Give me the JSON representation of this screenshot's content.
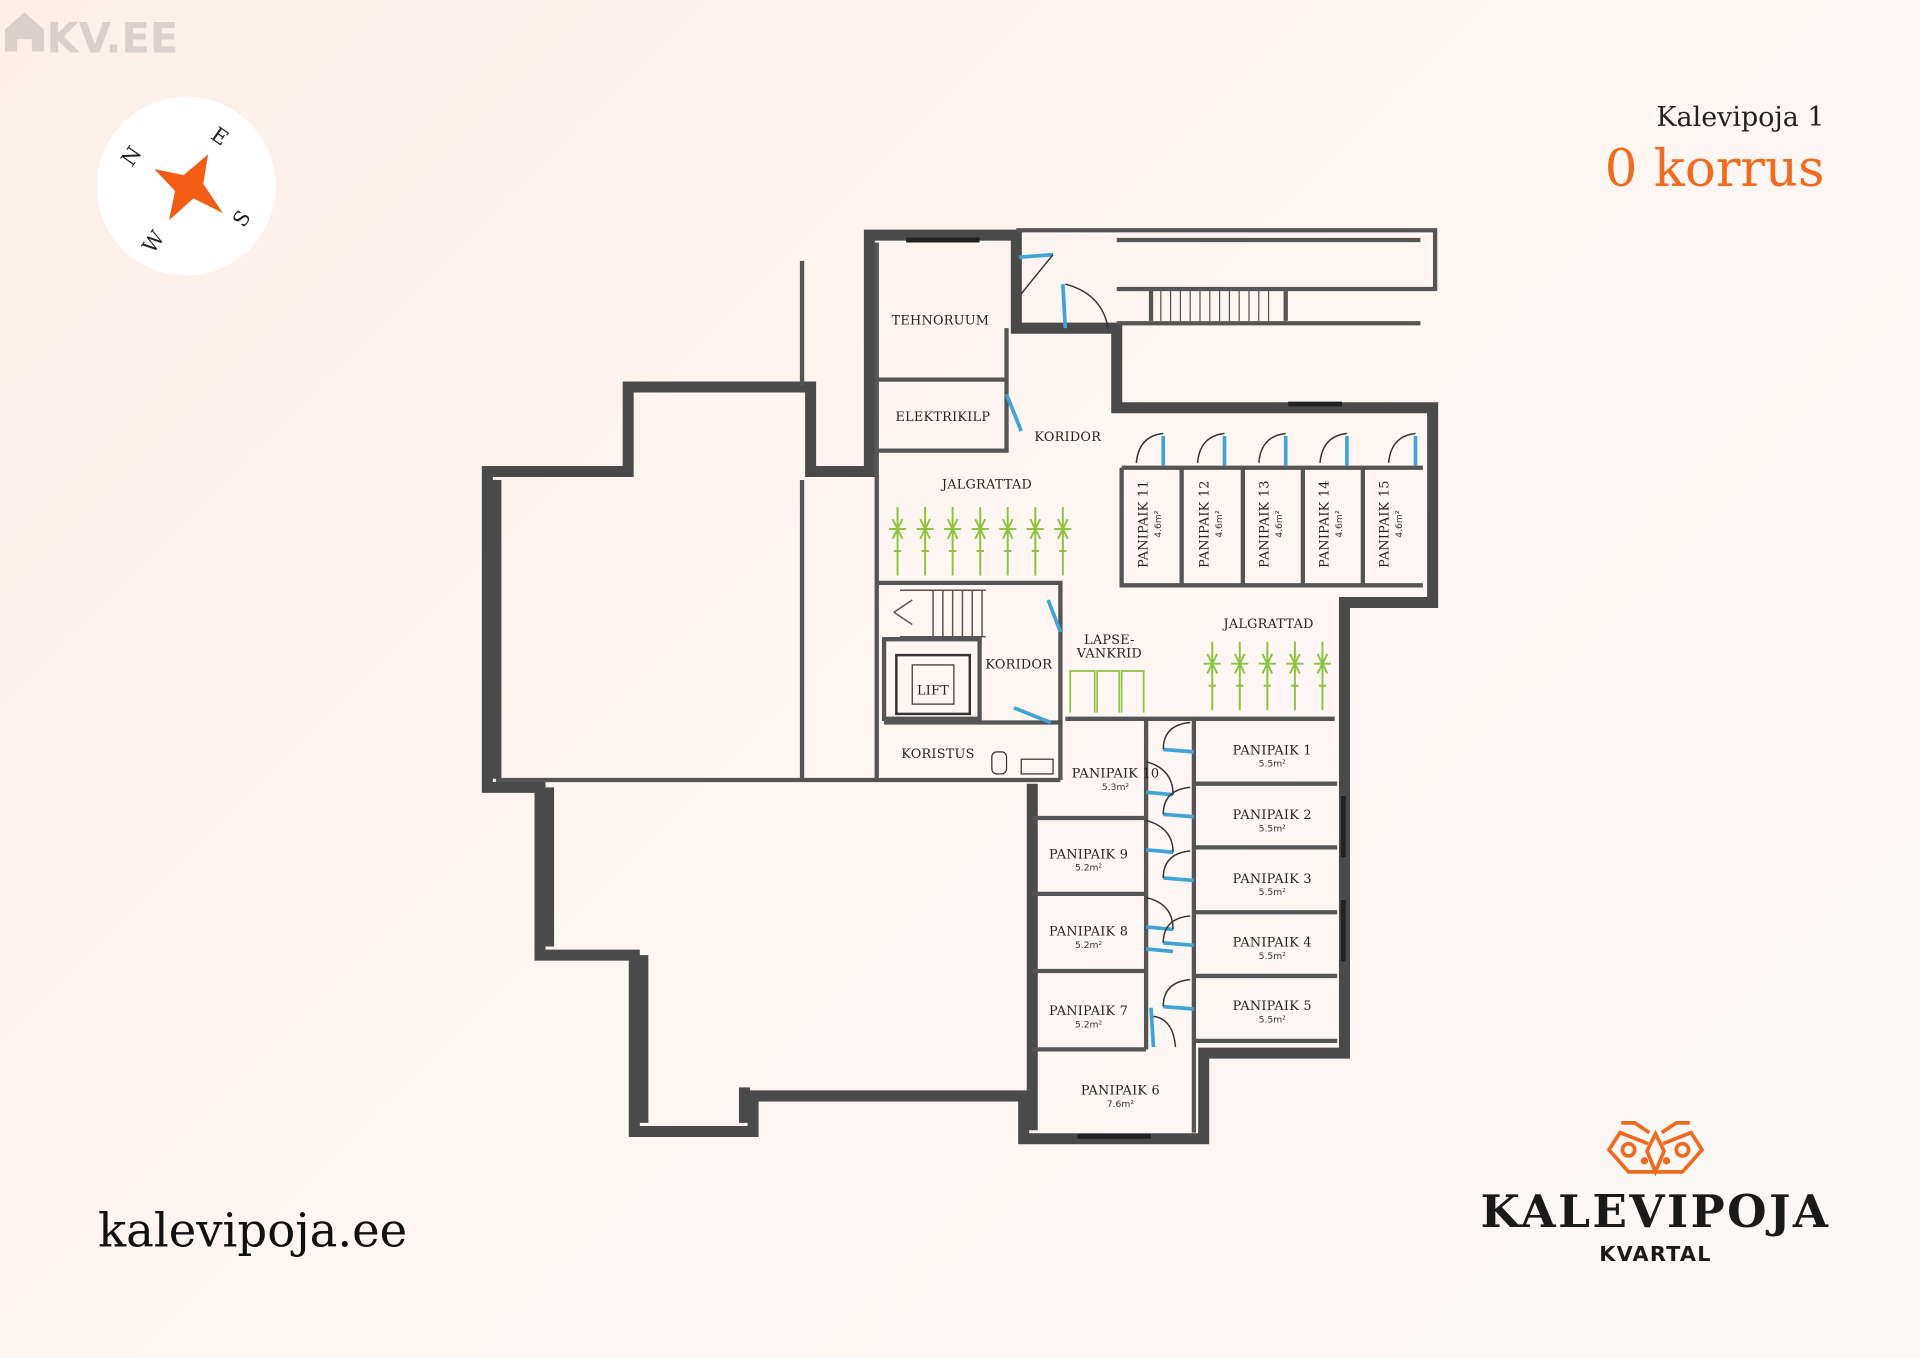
{
  "watermark": {
    "text": "KV.EE"
  },
  "compass": {
    "labels": [
      "N",
      "E",
      "S",
      "W"
    ]
  },
  "header": {
    "address": "Kalevipoja 1",
    "floor": "0 korrus"
  },
  "footer": {
    "website": "kalevipoja.ee"
  },
  "brand": {
    "name": "KALEVIPOJA",
    "sub": "KVARTAL"
  },
  "colors": {
    "accent": "#f26a1b",
    "wall": "#4a4a4a",
    "door": "#3fa3d6",
    "bike": "#8cc43f"
  },
  "rooms": {
    "tehnoruum": "TEHNORUUM",
    "elektrikilp": "ELEKTRIKILP",
    "koridor_top": "KORIDOR",
    "jalgrattad_left": "JALGRATTAD",
    "jalgrattad_right": "JALGRATTAD",
    "lapse1": "LAPSE-",
    "lapse2": "VANKRID",
    "koridor_mid": "KORIDOR",
    "lift": "LIFT",
    "koristus": "KORISTUS"
  },
  "storage": [
    {
      "label": "PANIPAIK 1",
      "area": "5.5m²"
    },
    {
      "label": "PANIPAIK 2",
      "area": "5.5m²"
    },
    {
      "label": "PANIPAIK 3",
      "area": "5.5m²"
    },
    {
      "label": "PANIPAIK 4",
      "area": "5.5m²"
    },
    {
      "label": "PANIPAIK 5",
      "area": "5.5m²"
    },
    {
      "label": "PANIPAIK 6",
      "area": "7.6m²"
    },
    {
      "label": "PANIPAIK 7",
      "area": "5.2m²"
    },
    {
      "label": "PANIPAIK 8",
      "area": "5.2m²"
    },
    {
      "label": "PANIPAIK 9",
      "area": "5.2m²"
    },
    {
      "label": "PANIPAIK 10",
      "area": "5.3m²"
    },
    {
      "label": "PANIPAIK 11",
      "area": "4.6m²"
    },
    {
      "label": "PANIPAIK 12",
      "area": "4.6m²"
    },
    {
      "label": "PANIPAIK 13",
      "area": "4.6m²"
    },
    {
      "label": "PANIPAIK 14",
      "area": "4.6m²"
    },
    {
      "label": "PANIPAIK 15",
      "area": "4.6m²"
    }
  ]
}
